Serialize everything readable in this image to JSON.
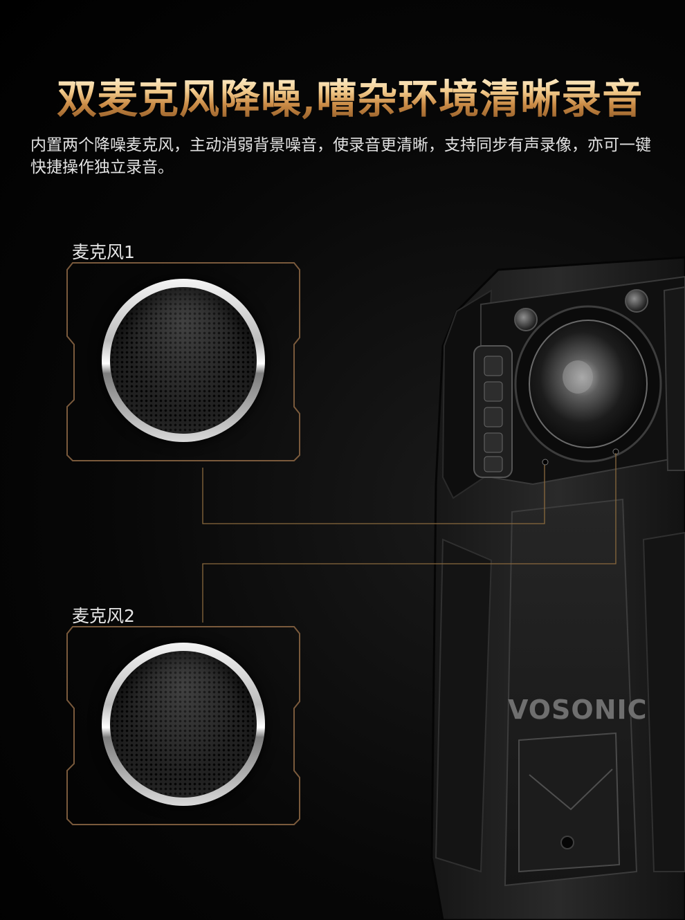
{
  "headline": "双麦克风降噪,嘈杂环境清晰录音",
  "description": "内置两个降噪麦克风，主动消弱背景噪音，使录音更清晰，支持同步有声录像，亦可一键快捷操作独立录音。",
  "microphones": [
    {
      "label": "麦克风1"
    },
    {
      "label": "麦克风2"
    }
  ],
  "device": {
    "brand": "VOSONIC"
  },
  "colors": {
    "background": "#000000",
    "accent_gold": "#b98a52",
    "frame_brown": "#7a5a3c",
    "text": "#e2e2e2"
  }
}
